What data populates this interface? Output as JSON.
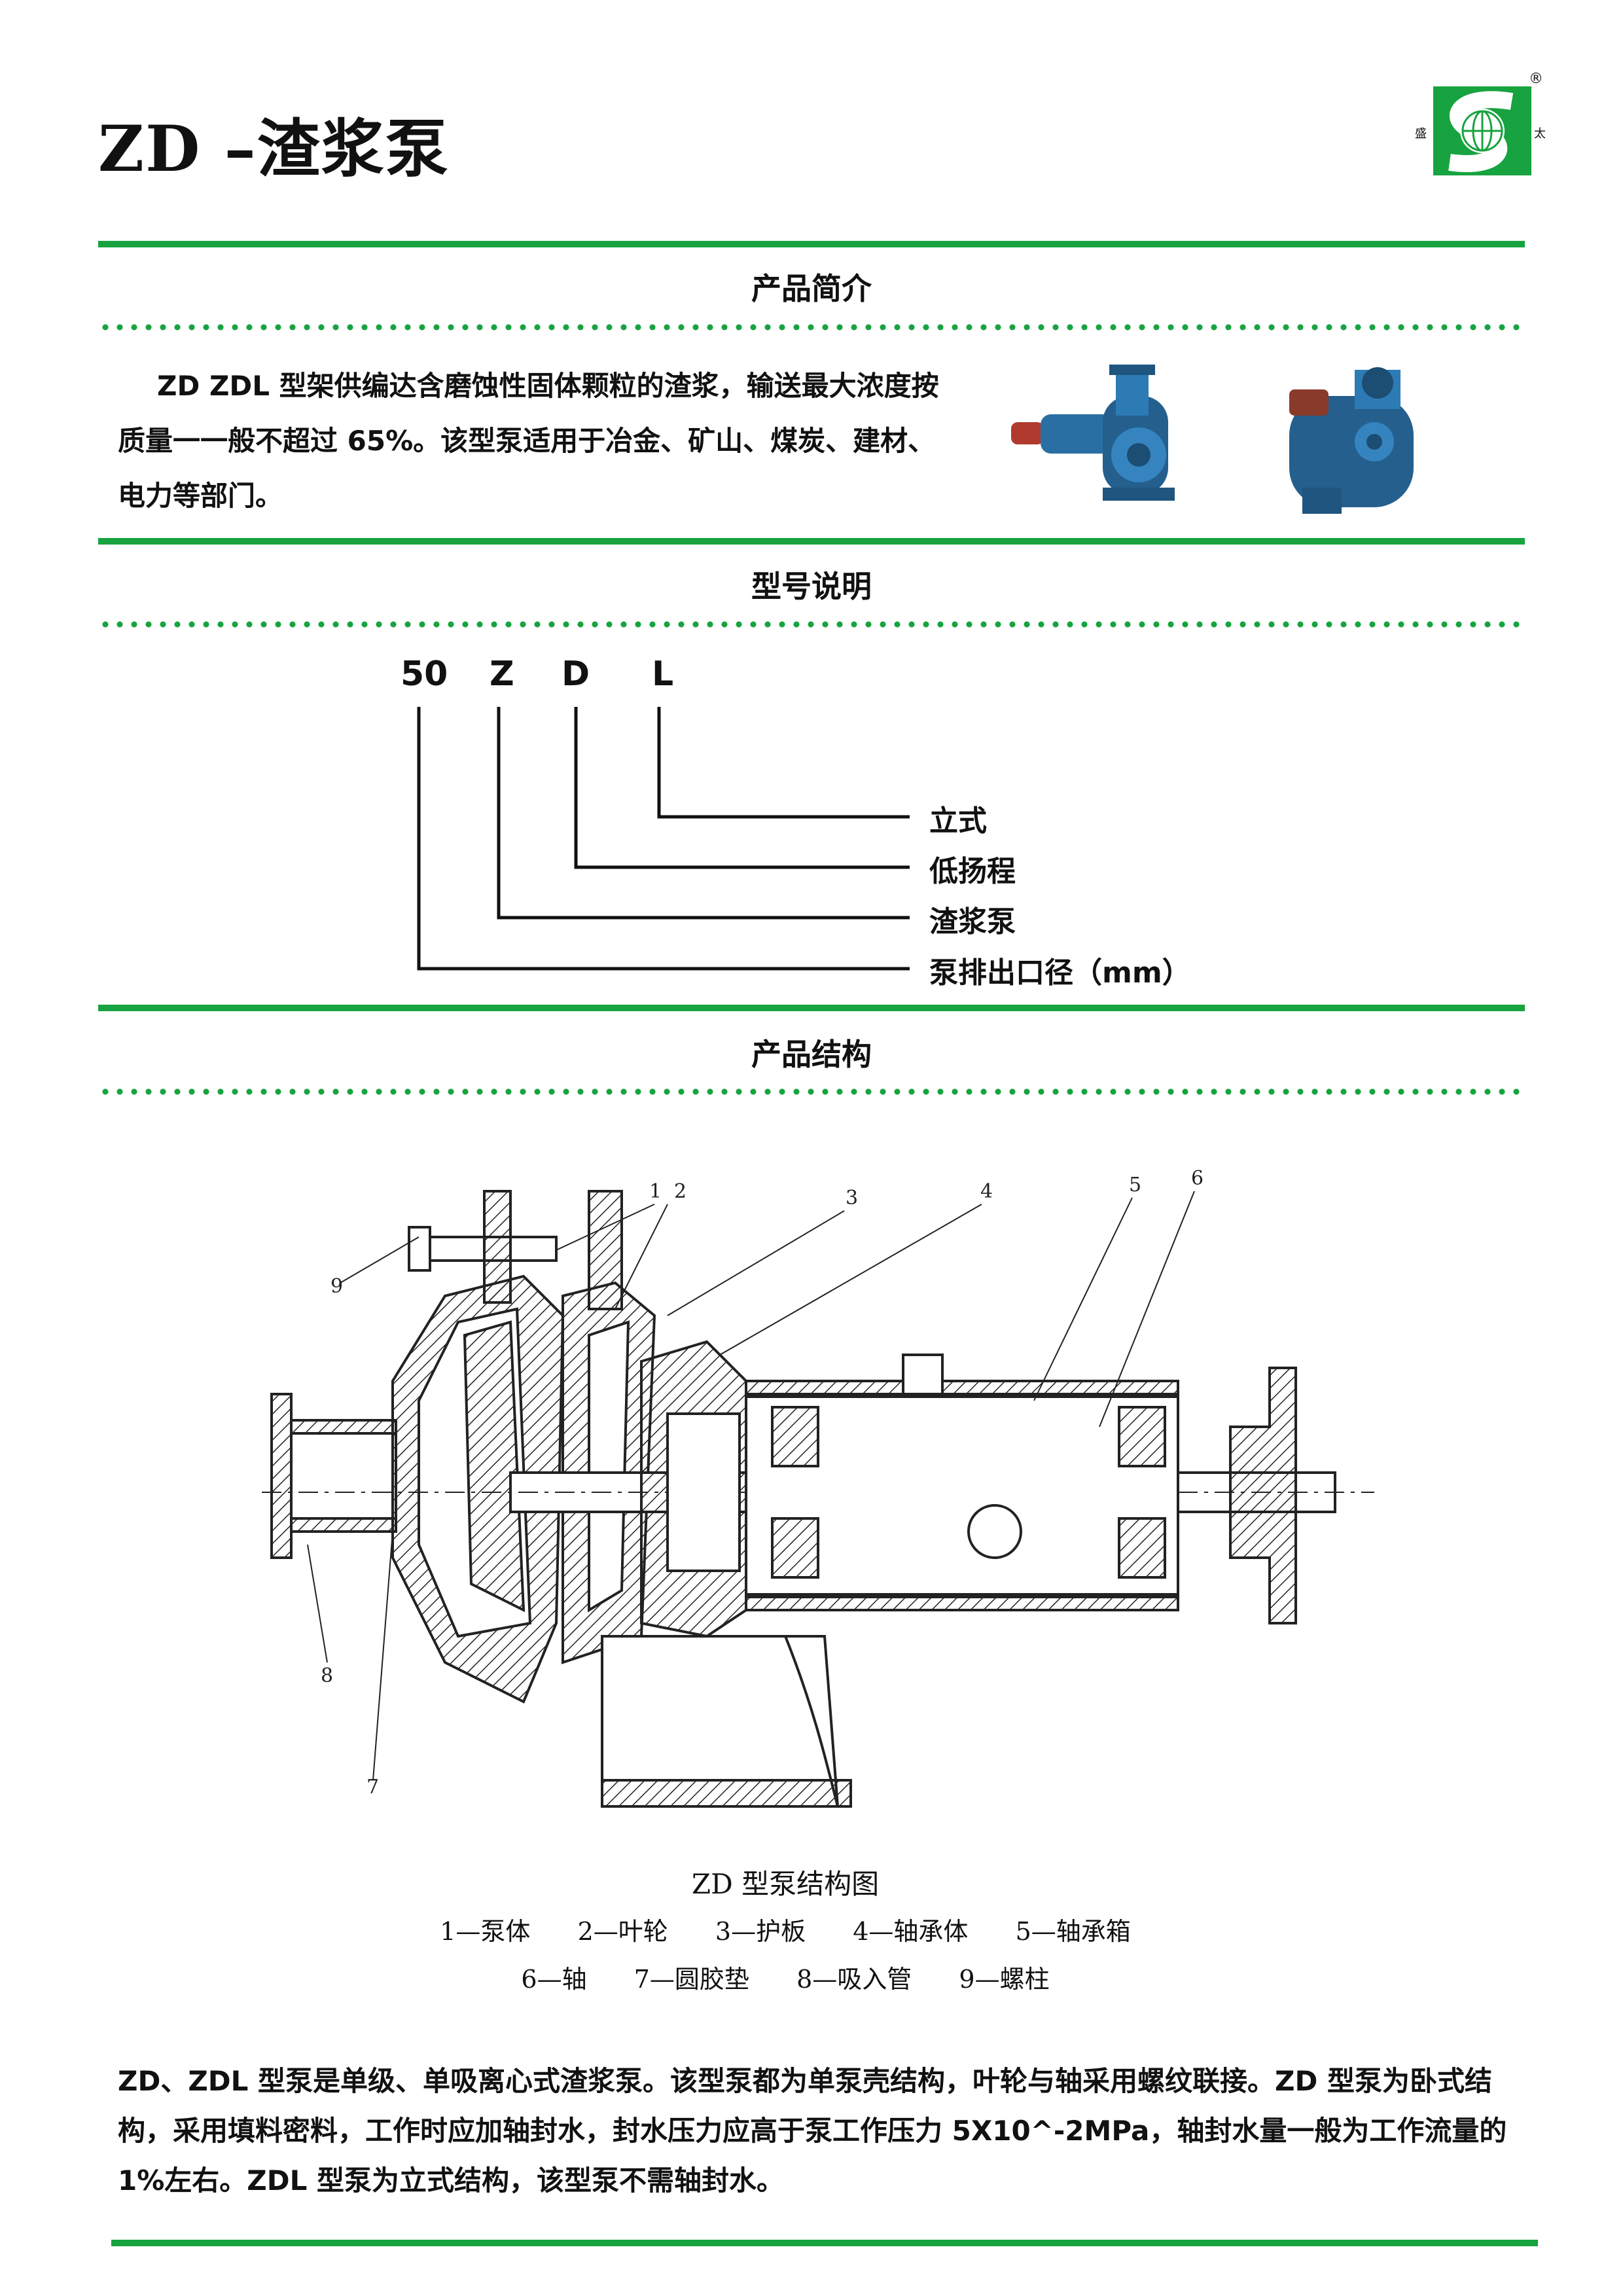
{
  "header": {
    "title": "ZD –渣浆泵",
    "logo_glyph": "S",
    "logo_left_text": "盛",
    "logo_right_text": "太",
    "registered_mark": "®"
  },
  "intro_section": {
    "heading": "产品简介",
    "text": "ZD ZDL 型架供编达含磨蚀性固体颗粒的渣浆，输送最大浓度按质量一一般不超过 65%。该型泵适用于冶金、矿山、煤炭、建材、电力等部门。"
  },
  "model_section": {
    "heading": "型号说明",
    "code_parts": [
      "50",
      "Z",
      "D",
      "L"
    ],
    "meanings": [
      "立式",
      "低扬程",
      "渣浆泵",
      "泵排出口径（mm）"
    ]
  },
  "structure_section": {
    "heading": "产品结构",
    "diagram_callouts": [
      "1",
      "2",
      "3",
      "4",
      "5",
      "6",
      "7",
      "8",
      "9"
    ],
    "caption": "ZD 型泵结构图",
    "parts_line1": "1—泵体  2—叶轮  3—护板  4—轴承体  5—轴承箱",
    "parts_line2": "6—轴  7—圆胶垫  8—吸入管  9—螺柱"
  },
  "description": "ZD、ZDL 型泵是单级、单吸离心式渣浆泵。该型泵都为单泵壳结构，叶轮与轴采用螺纹联接。ZD 型泵为卧式结构，采用填料密料，工作时应加轴封水，封水压力应高于泵工作压力 5X10^-2MPa，轴封水量一般为工作流量的 1%左右。ZDL 型泵为立式结构，该型泵不需轴封水。",
  "colors": {
    "accent_green": "#17a33f",
    "pump_blue": "#2a6fa3",
    "pump_red": "#c0392b"
  }
}
